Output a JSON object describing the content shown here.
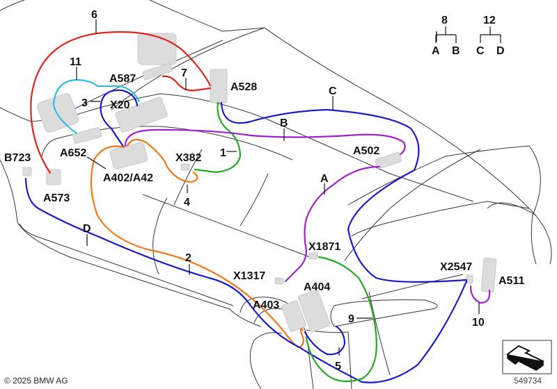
{
  "diagram": {
    "colors": {
      "red": "#e2231a",
      "cyan": "#33bbe8",
      "blue": "#1a1acc",
      "green": "#22aa22",
      "purple": "#a020d0",
      "orange": "#f07818",
      "part_fill": "#dcdcdc",
      "outline": "#333333"
    },
    "labels": {
      "n6": "6",
      "n11": "11",
      "n7": "7",
      "n3": "3",
      "n1": "1",
      "n4": "4",
      "n2": "2",
      "n5": "5",
      "n9": "9",
      "n10": "10",
      "n8": "8",
      "n12": "12",
      "A587": "A587",
      "A528": "A528",
      "X20": "X20",
      "A652": "A652",
      "B723": "B723",
      "A573": "A573",
      "A402": "A402/A42",
      "X382": "X382",
      "A502": "A502",
      "X1871": "X1871",
      "X1317": "X1317",
      "A404": "A404",
      "A403": "A403",
      "X2547": "X2547",
      "A511": "A511",
      "A": "A",
      "B": "B",
      "C": "C",
      "D": "D",
      "legA": "A",
      "legB": "B",
      "legC": "C",
      "legD": "D"
    },
    "legend_groups": [
      {
        "parent": "8",
        "children": [
          "A",
          "B"
        ]
      },
      {
        "parent": "12",
        "children": [
          "C",
          "D"
        ]
      }
    ],
    "copyright": "© 2025 BMW AG",
    "reference_number": "549734",
    "nav_icon": "view-direction-arrow-icon"
  }
}
